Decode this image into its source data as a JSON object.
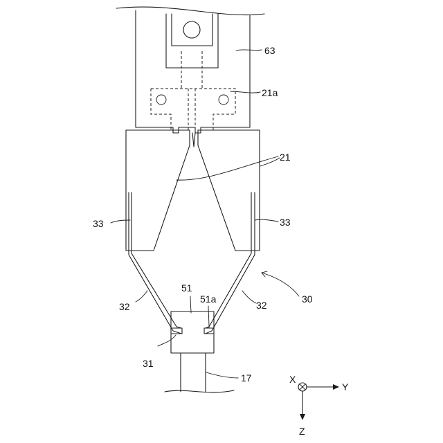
{
  "labels": {
    "l63": "63",
    "l21a": "21a",
    "l21": "21",
    "l33_left": "33",
    "l33_right": "33",
    "l30": "30",
    "l51": "51",
    "l51a": "51a",
    "l32_left": "32",
    "l32_right": "32",
    "l31": "31",
    "l17": "17"
  },
  "axes": {
    "x": "X",
    "y": "Y",
    "z": "Z"
  }
}
